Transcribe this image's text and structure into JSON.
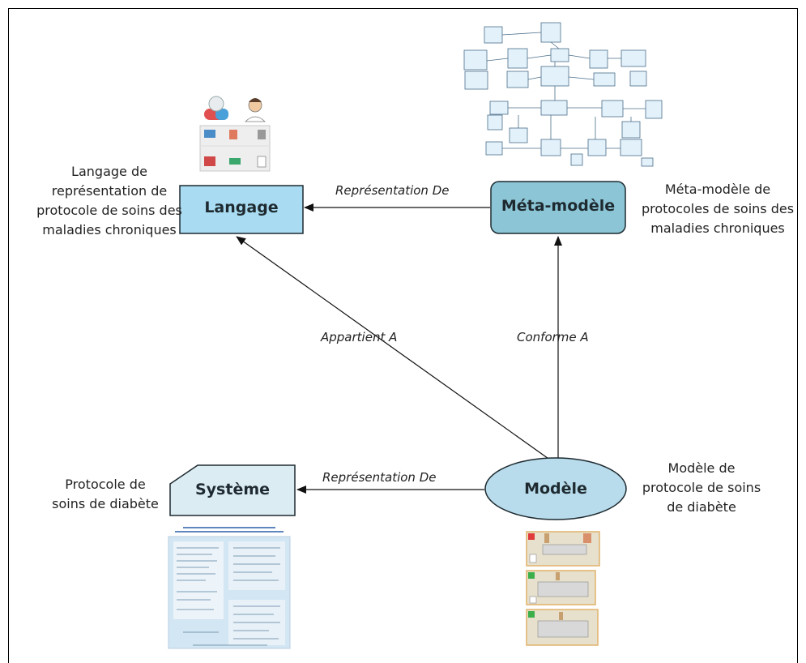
{
  "nodes": {
    "langage": {
      "label": "Langage"
    },
    "meta": {
      "label": "Méta-modèle"
    },
    "systeme": {
      "label": "Système"
    },
    "modele": {
      "label": "Modèle"
    }
  },
  "captions": {
    "langage": [
      "Langage de",
      "représentation de",
      "protocole de soins des",
      "maladies chroniques"
    ],
    "meta": [
      "Méta-modèle de",
      "protocoles de soins des",
      "maladies chroniques"
    ],
    "systeme": [
      "Protocole de",
      "soins de diabète"
    ],
    "modele": [
      "Modèle de",
      "protocole de soins",
      "de diabète"
    ]
  },
  "edges": {
    "meta_to_langage": "Représentation De",
    "modele_to_langage": "Appartient A",
    "modele_to_meta": "Conforme A",
    "modele_to_systeme": "Représentation De"
  },
  "colors": {
    "langage_fill": "#a9dcf2",
    "meta_fill": "#8cc6d6",
    "systeme_fill": "#dcecf3",
    "modele_fill": "#b8dcec",
    "stroke": "#1e2a30"
  },
  "icons": {
    "langage_illustration": "medical-icons",
    "meta_illustration": "uml-class-diagram",
    "systeme_illustration": "protocol-document",
    "modele_illustration": "protocol-model-cards"
  }
}
